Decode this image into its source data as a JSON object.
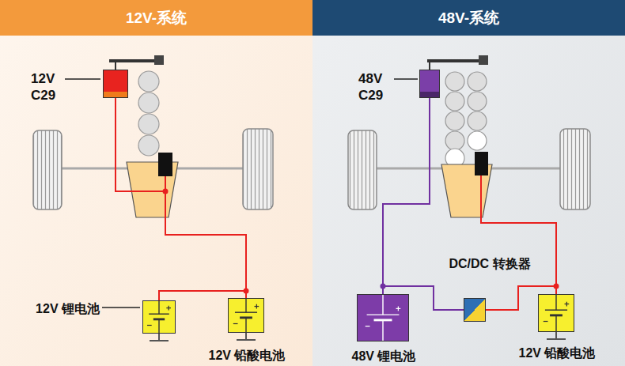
{
  "diagram": {
    "nodes": [
      {
        "text": [
          "12V-系统"
        ]
      },
      {
        "text": [
          "12V C29"
        ],
        "in": 0
      },
      {
        "text": [
          "12V 锂电池"
        ],
        "in": 0
      },
      {
        "text": [
          "12V 铅酸电池"
        ],
        "in": 0
      },
      {
        "text": [
          "48V-系统"
        ]
      },
      {
        "text": [
          "48V C29"
        ],
        "in": 4
      },
      {
        "text": [
          "48V 锂电池"
        ],
        "in": 4
      },
      {
        "text": [
          "DC/DC 转换器"
        ],
        "in": 4
      },
      {
        "text": [
          "12V 铅酸电池"
        ],
        "in": 4
      }
    ],
    "edges": [
      {
        "from": 1,
        "to": 3,
        "arrow": "none"
      },
      {
        "from": 2,
        "to": 3,
        "arrow": "none"
      },
      {
        "from": 5,
        "to": 6,
        "arrow": "none"
      },
      {
        "from": 6,
        "to": 7,
        "arrow": "none"
      },
      {
        "from": 7,
        "to": 8,
        "arrow": "none"
      }
    ]
  }
}
